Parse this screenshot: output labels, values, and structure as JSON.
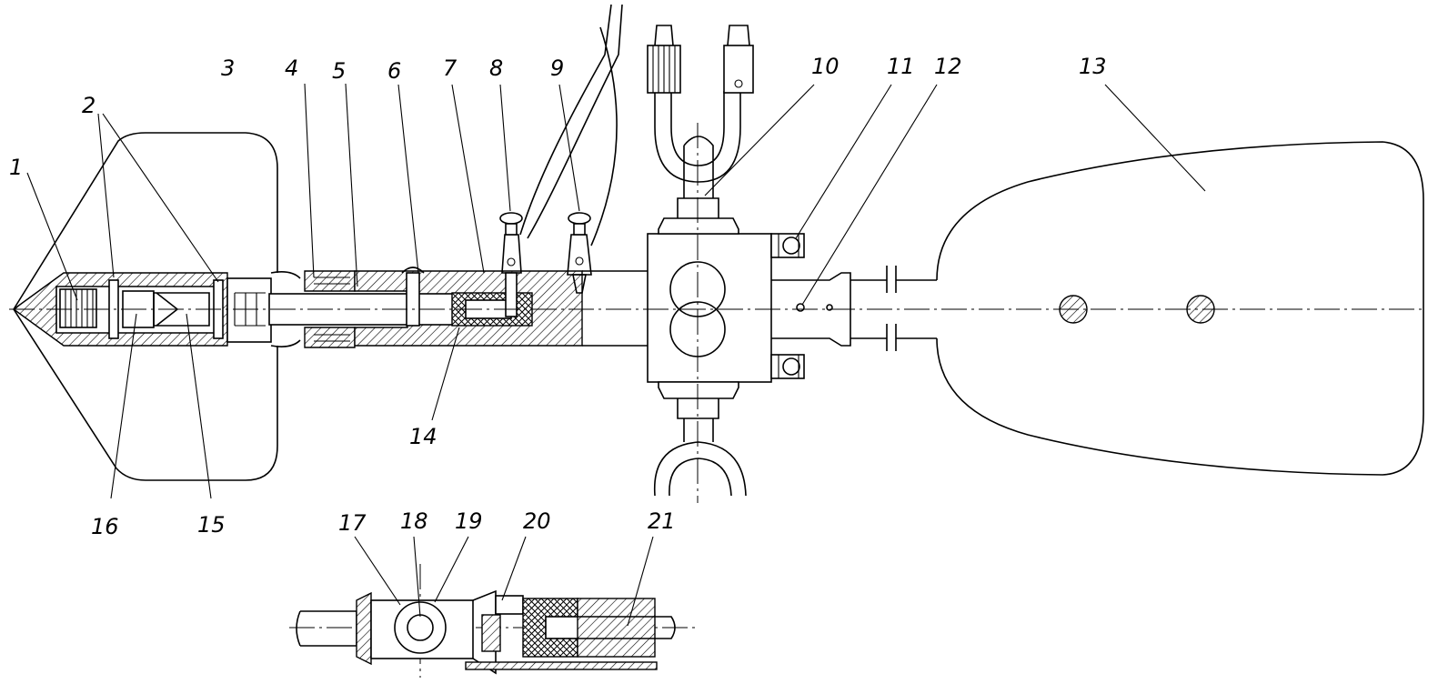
{
  "figure": {
    "callouts": [
      "1",
      "2",
      "3",
      "4",
      "5",
      "6",
      "7",
      "8",
      "9",
      "10",
      "11",
      "12",
      "13",
      "14",
      "15",
      "16",
      "17",
      "18",
      "19",
      "20",
      "21"
    ]
  }
}
